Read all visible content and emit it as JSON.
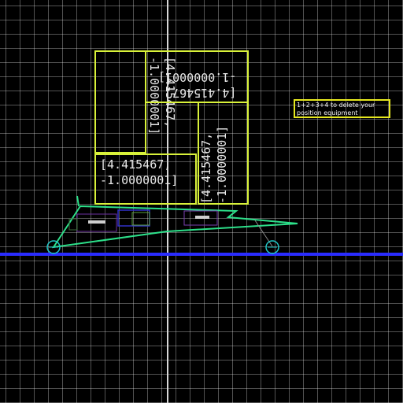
{
  "game": {
    "boxes": [
      {
        "id": "left",
        "text": "[4.415467,\n-1.0000001]"
      },
      {
        "id": "top",
        "text": "[4.415467,\n-1.0000001]"
      },
      {
        "id": "right",
        "text": "[4.415467,\n-1.0000001]"
      },
      {
        "id": "bottom",
        "text": "[4.415467,\n-1.0000001]"
      }
    ],
    "hint": "1+2+3+4 to delete your position equipment",
    "colors": {
      "box_border": "#d9f23a",
      "hint_border": "#e6e81f",
      "ground": "#2a2cff",
      "vehicle_outline": "#2de08a",
      "wheel": "#20c8c8"
    }
  }
}
